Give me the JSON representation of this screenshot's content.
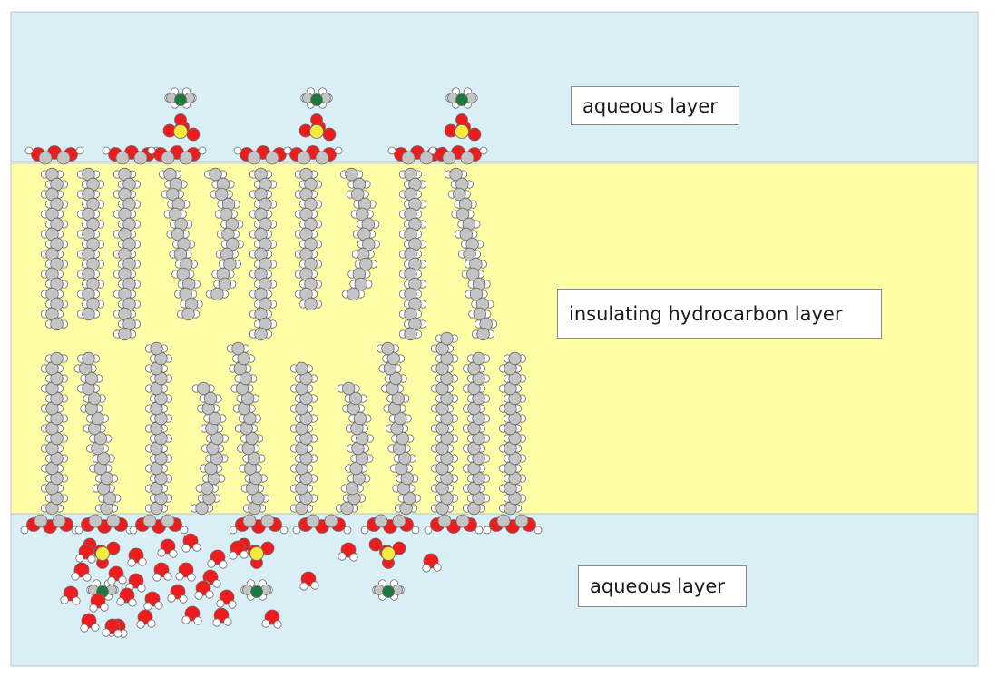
{
  "labels": {
    "top": "aqueous layer",
    "middle": "insulating hydrocarbon layer",
    "bottom": "aqueous layer"
  },
  "colors": {
    "aqueous": "#d9eef5",
    "hydrocarbon": "#fffda6",
    "border": "#b8c8cf",
    "carbon": "#c4c4c4",
    "hydrogen": "#ffffff",
    "oxygen": "#ee1c1c",
    "phosphorus": "#f7e93c",
    "nitrogen": "#1a7a3c"
  },
  "icons": [
    "phospholipid-molecule",
    "water-molecule",
    "phosphate-group",
    "choline-group"
  ]
}
